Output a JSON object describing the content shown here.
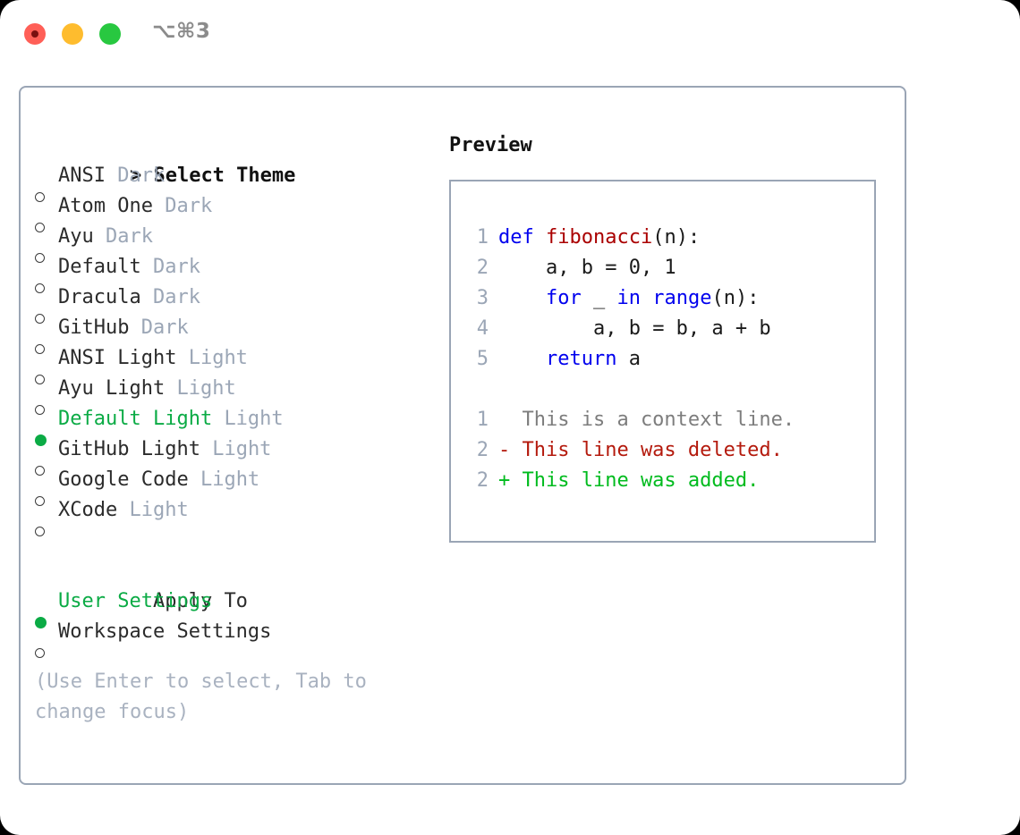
{
  "window": {
    "title": "⌥⌘3",
    "traffic_lights": [
      {
        "name": "close",
        "color": "#ff5f57"
      },
      {
        "name": "minimize",
        "color": "#febc2e"
      },
      {
        "name": "maximize",
        "color": "#28c840"
      }
    ]
  },
  "colors": {
    "accent_green": "#0bab45",
    "panel_border": "#9aa5b5",
    "muted_text": "#9ba6b6",
    "help_text": "#a9b2c0",
    "keyword_blue": "#0000ee",
    "function_red": "#aa0000",
    "diff_deleted": "#b41a0d",
    "diff_added": "#00bb1e",
    "diff_context": "#7d7d7d"
  },
  "theme_section": {
    "header": "> Select Theme",
    "items": [
      {
        "marker": "○",
        "name": "ANSI",
        "kind": "Dark",
        "selected": false
      },
      {
        "marker": "○",
        "name": "Atom One",
        "kind": "Dark",
        "selected": false
      },
      {
        "marker": "○",
        "name": "Ayu",
        "kind": "Dark",
        "selected": false
      },
      {
        "marker": "○",
        "name": "Default",
        "kind": "Dark",
        "selected": false
      },
      {
        "marker": "○",
        "name": "Dracula",
        "kind": "Dark",
        "selected": false
      },
      {
        "marker": "○",
        "name": "GitHub",
        "kind": "Dark",
        "selected": false
      },
      {
        "marker": "○",
        "name": "ANSI Light",
        "kind": "Light",
        "selected": false
      },
      {
        "marker": "○",
        "name": "Ayu Light",
        "kind": "Light",
        "selected": false
      },
      {
        "marker": "●",
        "name": "Default Light",
        "kind": "Light",
        "selected": true
      },
      {
        "marker": "○",
        "name": "GitHub Light",
        "kind": "Light",
        "selected": false
      },
      {
        "marker": "○",
        "name": "Google Code",
        "kind": "Light",
        "selected": false
      },
      {
        "marker": "○",
        "name": "XCode",
        "kind": "Light",
        "selected": false
      }
    ]
  },
  "apply_section": {
    "header": "Apply To",
    "items": [
      {
        "marker": "●",
        "name": "User Settings",
        "selected": true
      },
      {
        "marker": "○",
        "name": "Workspace Settings",
        "selected": false
      }
    ]
  },
  "help": {
    "text": "(Use Enter to select, Tab to change focus)"
  },
  "preview": {
    "title": "Preview",
    "code_lines": [
      {
        "num": "1",
        "indent": "",
        "tokens": [
          {
            "t": "def",
            "c": "kw"
          },
          {
            "t": " ",
            "c": "plain"
          },
          {
            "t": "fibonacci",
            "c": "fn"
          },
          {
            "t": "(n):",
            "c": "plain"
          }
        ]
      },
      {
        "num": "2",
        "indent": "    ",
        "tokens": [
          {
            "t": "a, b = 0, 1",
            "c": "plain"
          }
        ]
      },
      {
        "num": "3",
        "indent": "    ",
        "tokens": [
          {
            "t": "for",
            "c": "kw"
          },
          {
            "t": " _ ",
            "c": "plain"
          },
          {
            "t": "in",
            "c": "kw"
          },
          {
            "t": " ",
            "c": "plain"
          },
          {
            "t": "range",
            "c": "kw"
          },
          {
            "t": "(n):",
            "c": "plain"
          }
        ]
      },
      {
        "num": "4",
        "indent": "        ",
        "tokens": [
          {
            "t": "a, b = b, a + b",
            "c": "plain"
          }
        ]
      },
      {
        "num": "5",
        "indent": "    ",
        "tokens": [
          {
            "t": "return",
            "c": "kw"
          },
          {
            "t": " a",
            "c": "plain"
          }
        ]
      }
    ],
    "diff_lines": [
      {
        "num": "1",
        "sign": "  ",
        "text": "This is a context line.",
        "c": "ctx"
      },
      {
        "num": "2",
        "sign": "- ",
        "text": "This line was deleted.",
        "c": "del"
      },
      {
        "num": "2",
        "sign": "+ ",
        "text": "This line was added.",
        "c": "add"
      }
    ]
  }
}
